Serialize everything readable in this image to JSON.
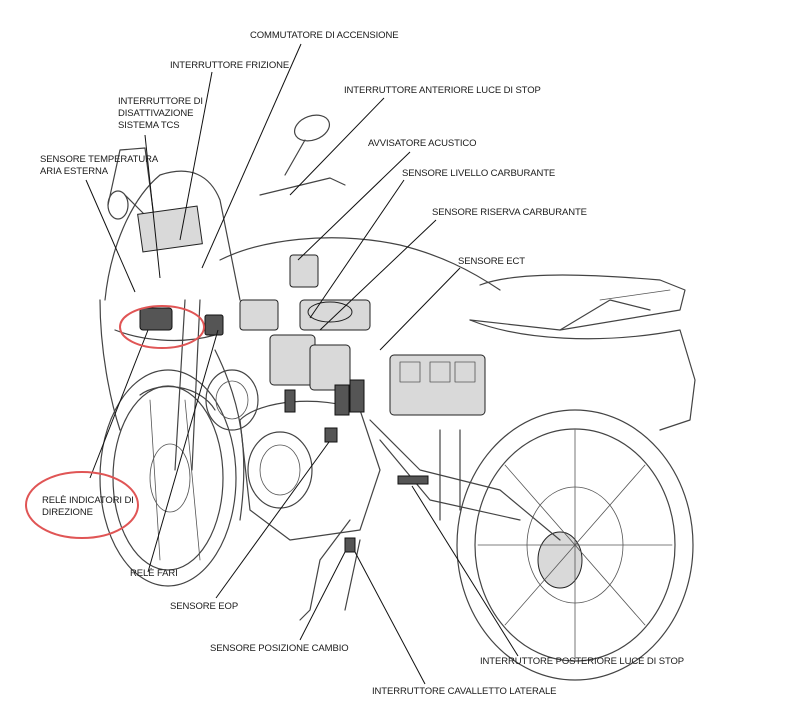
{
  "labels": {
    "commutatore": "COMMUTATORE DI ACCENSIONE",
    "frizione": "INTERRUTTORE FRIZIONE",
    "tcs": [
      "INTERRUTTORE DI",
      "DISATTIVAZIONE",
      "SISTEMA TCS"
    ],
    "stop_ant": "INTERRUTTORE ANTERIORE LUCE DI STOP",
    "avvisatore": "AVVISATORE ACUSTICO",
    "temp": [
      "SENSORE TEMPERATURA",
      "ARIA ESTERNA"
    ],
    "livello": "SENSORE LIVELLO CARBURANTE",
    "riserva": "SENSORE RISERVA CARBURANTE",
    "ect": "SENSORE ECT",
    "rele_ind": [
      "RELÈ INDICATORI DI",
      "DIREZIONE"
    ],
    "rele_fari": "RELÈ FARI",
    "eop": "SENSORE EOP",
    "cambio": "SENSORE POSIZIONE CAMBIO",
    "stop_post": "INTERRUTTORE POSTERIORE LUCE DI STOP",
    "cavalletto": "INTERRUTTORE CAVALLETTO LATERALE"
  },
  "highlight_color": "#e05555"
}
